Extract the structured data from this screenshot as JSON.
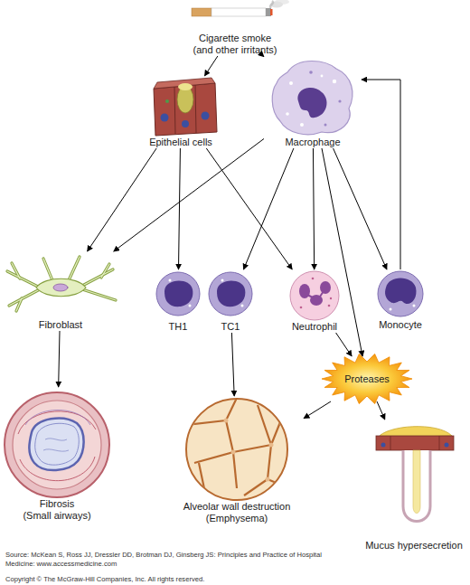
{
  "diagram": {
    "nodes": [
      {
        "text": [
          "Cigarette smoke (and other irritants)"
        ]
      },
      {
        "text": [
          "Epithelial cells"
        ]
      },
      {
        "text": [
          "Macrophage"
        ]
      },
      {
        "text": [
          "Fibroblast"
        ]
      },
      {
        "text": [
          "TH1"
        ]
      },
      {
        "text": [
          "TC1"
        ]
      },
      {
        "text": [
          "Neutrophil"
        ]
      },
      {
        "text": [
          "Monocyte"
        ]
      },
      {
        "text": [
          "Proteases"
        ]
      },
      {
        "text": [
          "Fibrosis (Small airways)"
        ]
      },
      {
        "text": [
          "Alveolar wall destruction (Emphysema)"
        ]
      },
      {
        "text": [
          "Mucus hypersecretion"
        ]
      }
    ],
    "edges": [
      {
        "from": 0,
        "to": 1,
        "arrow": "to"
      },
      {
        "from": 0,
        "to": 2,
        "arrow": "to"
      },
      {
        "from": 1,
        "to": 3,
        "arrow": "to"
      },
      {
        "from": 1,
        "to": 4,
        "arrow": "to"
      },
      {
        "from": 1,
        "to": 6,
        "arrow": "to"
      },
      {
        "from": 2,
        "to": 3,
        "arrow": "to"
      },
      {
        "from": 2,
        "to": 5,
        "arrow": "to"
      },
      {
        "from": 2,
        "to": 6,
        "arrow": "to"
      },
      {
        "from": 2,
        "to": 8,
        "arrow": "to"
      },
      {
        "from": 2,
        "to": 7,
        "arrow": "to"
      },
      {
        "from": 7,
        "to": 2,
        "arrow": "to"
      },
      {
        "from": 6,
        "to": 8,
        "arrow": "to"
      },
      {
        "from": 3,
        "to": 9,
        "arrow": "to"
      },
      {
        "from": 5,
        "to": 10,
        "arrow": "to"
      },
      {
        "from": 8,
        "to": 10,
        "arrow": "to"
      },
      {
        "from": 8,
        "to": 11,
        "arrow": "to"
      }
    ],
    "labels": [
      "Source: McKean S, Ross JJ, Dressler DD, Brotman DJ, Ginsberg JS: Principles and Practice of Hospital Medicine: www.accessmedicine.com",
      "Copyright © The McGraw-Hill Companies, Inc. All rights reserved."
    ]
  }
}
